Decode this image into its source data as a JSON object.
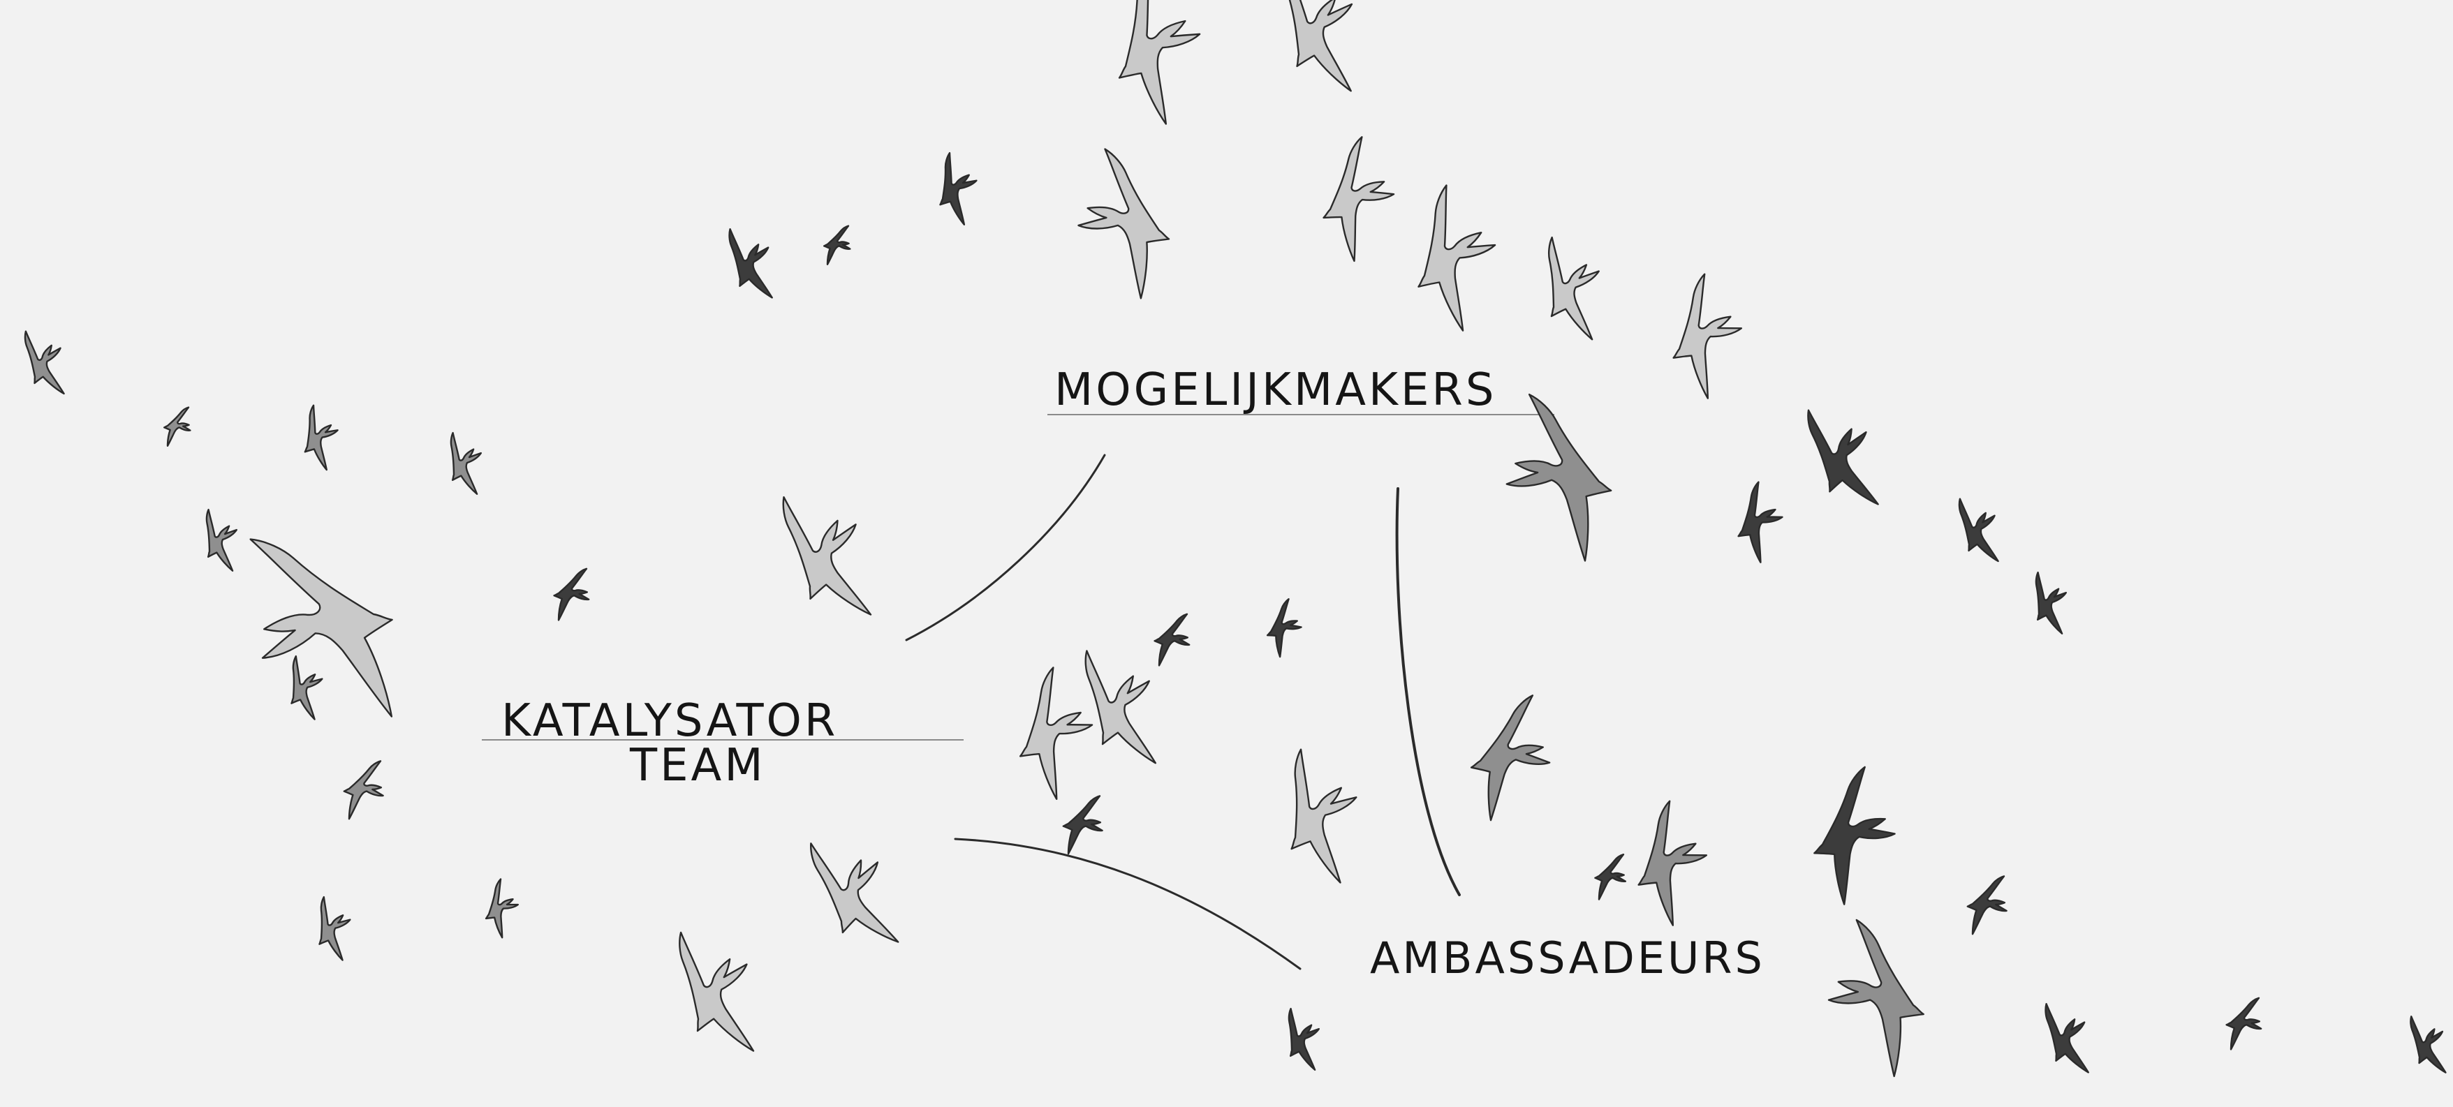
{
  "labels": {
    "mogelijkmakers": "MOGELIJKMAKERS",
    "katalysator_line1": "KATALYSATOR",
    "katalysator_line2": "TEAM",
    "ambassadeurs": "AMBASSADEURS"
  },
  "colors": {
    "background": "#f2f2f2",
    "ink": "#151515",
    "bird_light": "#c9c9c9",
    "bird_mid": "#8f8f8f",
    "bird_dark": "#3c3c3c",
    "bird_outline": "#2a2a2a"
  },
  "icons": {
    "bird": "swallow-icon"
  }
}
